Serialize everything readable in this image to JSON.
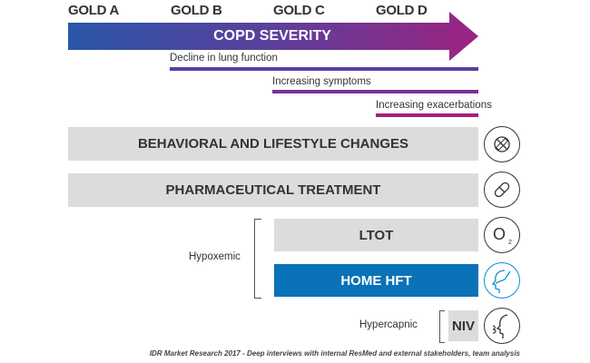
{
  "stages": [
    "GOLD A",
    "GOLD B",
    "GOLD C",
    "GOLD D"
  ],
  "arrow_label": "COPD SEVERITY",
  "trends": [
    {
      "label": "Decline in lung function",
      "color": "#5b3fa0"
    },
    {
      "label": "Increasing symptoms",
      "color": "#7b3096"
    },
    {
      "label": "Increasing exacerbations",
      "color": "#a3217f"
    }
  ],
  "treatments": {
    "behavioral": "BEHAVIORAL AND LIFESTYLE CHANGES",
    "pharma": "PHARMACEUTICAL TREATMENT",
    "ltot": "LTOT",
    "home_hft": "HOME HFT",
    "niv": "NIV"
  },
  "groups": {
    "hypoxemic": "Hypoxemic",
    "hypercapnic": "Hypercapnic"
  },
  "icons": {
    "o2_text": "O",
    "o2_sub": "2"
  },
  "colors": {
    "accent": "#0a72b8",
    "grad_start": "#2a57a8",
    "grad_end": "#9c2480",
    "bar": "#dcdcdc"
  },
  "caption": "IDR Market Research 2017 - Deep interviews with internal ResMed and external stakeholders, team analysis"
}
